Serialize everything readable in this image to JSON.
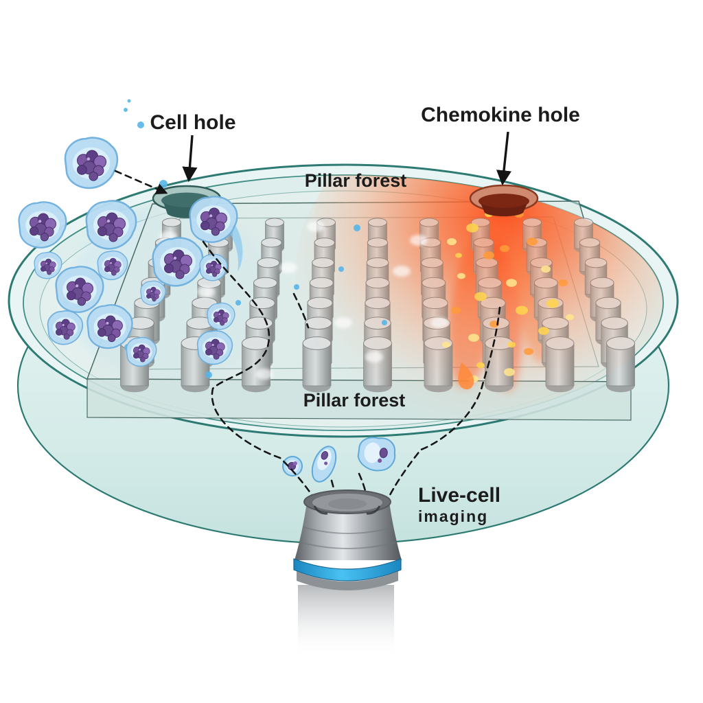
{
  "diagram": {
    "labels": {
      "cell_hole": "Cell hole",
      "chemokine_hole": "Chemokine hole",
      "pillar_forest_top": "Pillar forest",
      "pillar_forest_front": "Pillar forest",
      "live_cell_line1": "Live-cell",
      "live_cell_line2": "imaging"
    },
    "colors": {
      "background": "#ffffff",
      "label_text": "#1c1c1c",
      "dish_outline_teal": "#2c7a72",
      "dish_glass": "#dceeec",
      "chip_surface": "#d9e8e5",
      "pillar_gray": "#b9bfbf",
      "cell_body_blue": "#b8dcf3",
      "cell_nucleus_purple": "#6b4d92",
      "chemokine_glow_red": "#ff4a14",
      "chemokine_speck_yellow": "#ffd44f",
      "cell_hole_teal": "#3f6e6b",
      "chemokine_hole_brown": "#7c2614",
      "objective_gray": "#9aa0a4",
      "objective_band_blue": "#2aa7e0"
    }
  }
}
